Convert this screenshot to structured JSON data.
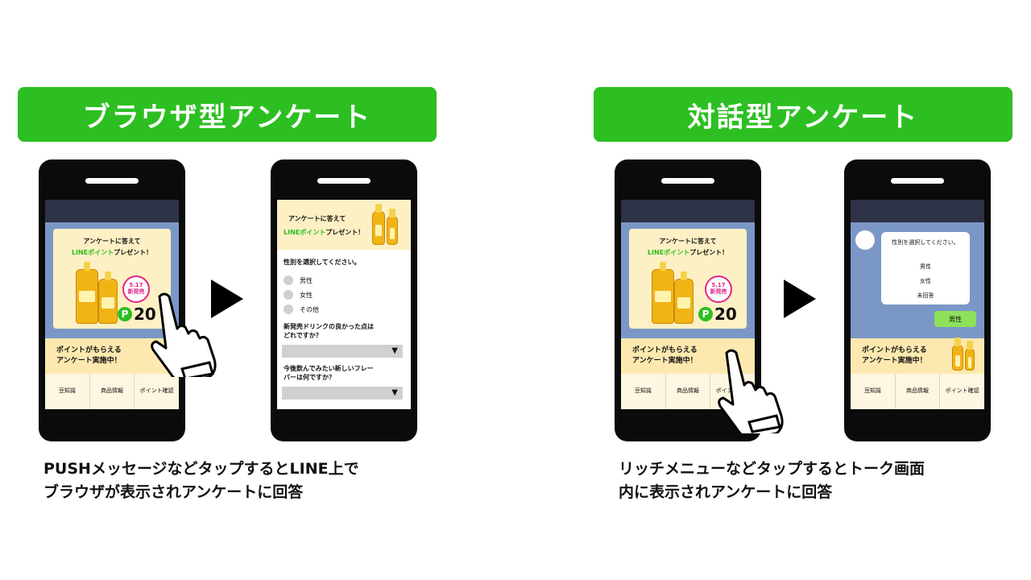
{
  "left": {
    "banner": "ブラウザ型アンケート",
    "caption_line1": "PUSHメッセージなどタップするとLINE上で",
    "caption_line2": "ブラウザが表示されアンケートに回答"
  },
  "right": {
    "banner": "対話型アンケート",
    "caption_line1": "リッチメニューなどタップするとトーク画面",
    "caption_line2": "内に表示されアンケートに回答"
  },
  "promo": {
    "line1": "アンケートに答えて",
    "line2_green": "LINEポイント",
    "line2_rest": "プレゼント！",
    "date": "5.17",
    "date_sub": "新発売",
    "points": "20",
    "p_mark": "P"
  },
  "rich_banner": {
    "line1": "ポイントがもらえる",
    "line2": "アンケート実施中！"
  },
  "rich_menu": [
    "豆知識",
    "商品情報",
    "ポイント確認"
  ],
  "survey": {
    "head1": "アンケートに答えて",
    "head2_green": "LINEポイント",
    "head2_rest": "プレゼント！",
    "q1": "性別を選択してください。",
    "options": [
      "男性",
      "女性",
      "その他"
    ],
    "q2_line1": "新発売ドリンクの良かった点は",
    "q2_line2": "どれですか？",
    "q3_line1": "今後飲んでみたい新しいフレー",
    "q3_line2": "バーは何ですか？",
    "select_arrow": "▼"
  },
  "talk": {
    "question": "性別を選択してください。",
    "options": [
      "男性",
      "女性",
      "未回答"
    ],
    "reply": "男性"
  },
  "colors": {
    "green": "#2dbf22",
    "screen_blue": "#7b97c6",
    "cream": "#fdf0c4"
  }
}
